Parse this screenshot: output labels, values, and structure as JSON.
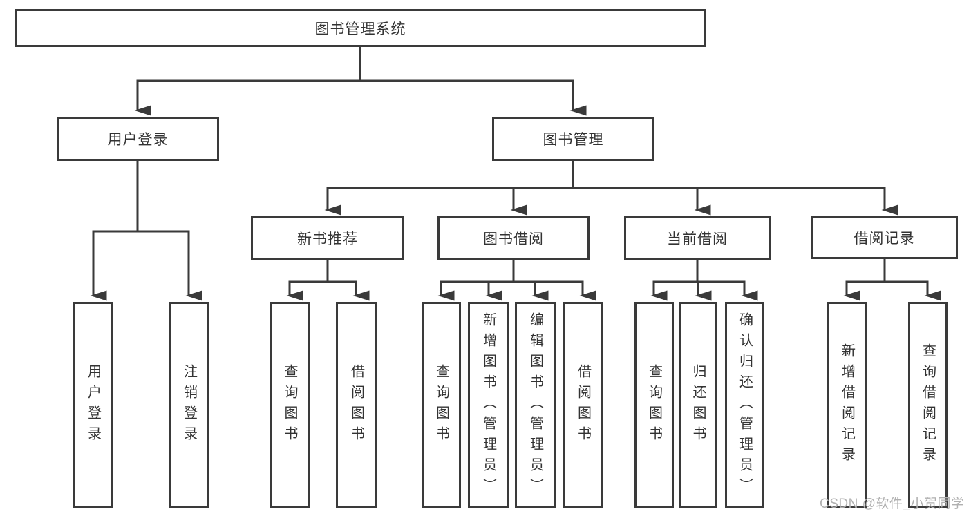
{
  "diagram": {
    "type": "tree-structure-chart",
    "colors": {
      "line": "#3a3a3a",
      "box_border": "#3a3a3a",
      "text": "#333333",
      "background": "#ffffff",
      "watermark": "#b0b0b0"
    },
    "watermark": {
      "text": "CSDN @软件_小贺同学"
    }
  },
  "nodes": {
    "root": {
      "label": "图书管理系统"
    },
    "user_login": {
      "label": "用户登录"
    },
    "book_mgmt": {
      "label": "图书管理"
    },
    "new_book_rec": {
      "label": "新书推荐"
    },
    "book_borrow": {
      "label": "图书借阅"
    },
    "current_borrow": {
      "label": "当前借阅"
    },
    "borrow_records": {
      "label": "借阅记录"
    },
    "user_login_leaf": {
      "label": "用户登录"
    },
    "logout_leaf": {
      "label": "注销登录"
    },
    "nbr_query": {
      "label": "查询图书"
    },
    "nbr_borrow": {
      "label": "借阅图书"
    },
    "bb_query": {
      "label": "查询图书"
    },
    "bb_add": {
      "label": "新增图书（管理员）"
    },
    "bb_edit": {
      "label": "编辑图书（管理员）"
    },
    "bb_borrow": {
      "label": "借阅图书"
    },
    "cb_query": {
      "label": "查询图书"
    },
    "cb_return": {
      "label": "归还图书"
    },
    "cb_confirm": {
      "label": "确认归还（管理员）"
    },
    "br_add": {
      "label": "新增借阅记录"
    },
    "br_query": {
      "label": "查询借阅记录"
    }
  },
  "hierarchy": {
    "root": [
      "user_login",
      "book_mgmt"
    ],
    "user_login": [
      "user_login_leaf",
      "logout_leaf"
    ],
    "book_mgmt": [
      "new_book_rec",
      "book_borrow",
      "current_borrow",
      "borrow_records"
    ],
    "new_book_rec": [
      "nbr_query",
      "nbr_borrow"
    ],
    "book_borrow": [
      "bb_query",
      "bb_add",
      "bb_edit",
      "bb_borrow"
    ],
    "current_borrow": [
      "cb_query",
      "cb_return",
      "cb_confirm"
    ],
    "borrow_records": [
      "br_add",
      "br_query"
    ]
  }
}
